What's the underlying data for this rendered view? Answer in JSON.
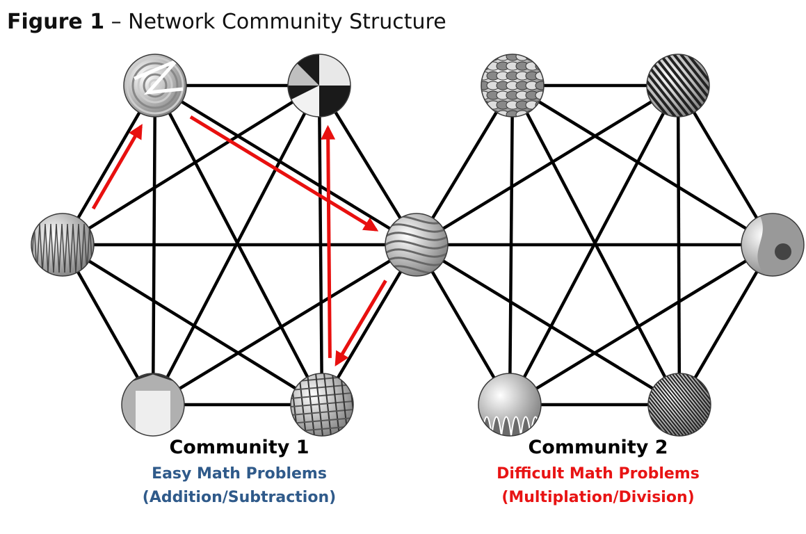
{
  "figure": {
    "label": "Figure 1",
    "separator": " – ",
    "title": "Network Community Structure"
  },
  "colors": {
    "edge": "#000000",
    "arrow": "#e8100f",
    "community1_desc": "#2f5a8a",
    "community2_desc": "#e81414"
  },
  "communities": [
    {
      "name": "Community 1",
      "problem_type": "Easy Math Problems",
      "operations": "(Addition/Subtraction)"
    },
    {
      "name": "Community 2",
      "problem_type": "Difficult Math Problems",
      "operations": "(Multiplation/Division)"
    }
  ],
  "network": {
    "nodes": [
      {
        "id": "n1",
        "community": 1,
        "pattern": "swirl-texture"
      },
      {
        "id": "n2",
        "community": 1,
        "pattern": "sector-texture"
      },
      {
        "id": "n3",
        "community": 1,
        "pattern": "spike-texture"
      },
      {
        "id": "n4",
        "community": 1,
        "pattern": "hub-texture"
      },
      {
        "id": "n5",
        "community": 1,
        "pattern": "grid-texture"
      },
      {
        "id": "n6",
        "community": 1,
        "pattern": "cutout-texture"
      },
      {
        "id": "n7",
        "community": 2,
        "pattern": "mosaic-texture"
      },
      {
        "id": "n8",
        "community": 2,
        "pattern": "stripe-texture"
      },
      {
        "id": "n9",
        "community": 2,
        "pattern": "blob-texture"
      },
      {
        "id": "n10",
        "community": 2,
        "pattern": "moire-texture"
      },
      {
        "id": "n11",
        "community": 2,
        "pattern": "wave-texture"
      }
    ],
    "edges": [
      [
        "n1",
        "n2"
      ],
      [
        "n1",
        "n3"
      ],
      [
        "n1",
        "n4"
      ],
      [
        "n1",
        "n5"
      ],
      [
        "n1",
        "n6"
      ],
      [
        "n2",
        "n3"
      ],
      [
        "n2",
        "n4"
      ],
      [
        "n2",
        "n5"
      ],
      [
        "n2",
        "n6"
      ],
      [
        "n3",
        "n4"
      ],
      [
        "n3",
        "n5"
      ],
      [
        "n3",
        "n6"
      ],
      [
        "n4",
        "n5"
      ],
      [
        "n4",
        "n6"
      ],
      [
        "n5",
        "n6"
      ],
      [
        "n4",
        "n7"
      ],
      [
        "n4",
        "n8"
      ],
      [
        "n4",
        "n9"
      ],
      [
        "n4",
        "n10"
      ],
      [
        "n4",
        "n11"
      ],
      [
        "n7",
        "n8"
      ],
      [
        "n7",
        "n9"
      ],
      [
        "n7",
        "n10"
      ],
      [
        "n7",
        "n11"
      ],
      [
        "n8",
        "n9"
      ],
      [
        "n8",
        "n10"
      ],
      [
        "n8",
        "n11"
      ],
      [
        "n9",
        "n10"
      ],
      [
        "n9",
        "n11"
      ],
      [
        "n10",
        "n11"
      ]
    ],
    "walk": [
      {
        "from": "n3",
        "to": "n1"
      },
      {
        "from": "n1",
        "to": "n4"
      },
      {
        "from": "n4",
        "to": "n5"
      },
      {
        "from": "n5",
        "to": "n2"
      }
    ]
  }
}
